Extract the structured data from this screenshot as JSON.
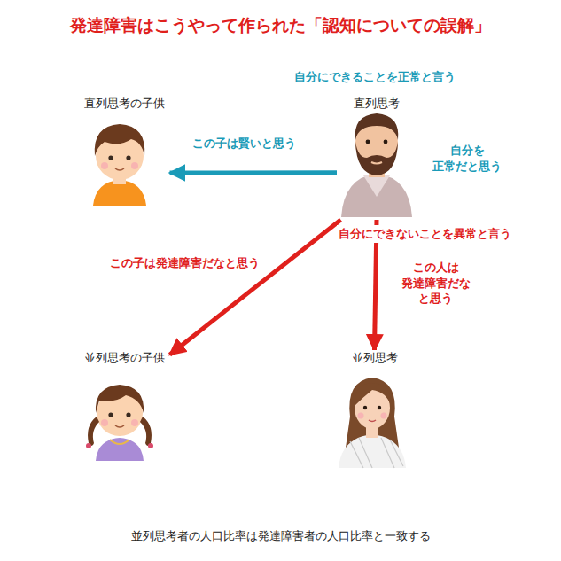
{
  "diagram": {
    "title": "発達障害はこうやって作られた「認知についての誤解」",
    "caption": "並列思考者の人口比率は発達障害者の人口比率と一致する",
    "nodes": [
      {
        "text": [
          "直列思考の子供"
        ]
      },
      {
        "text": [
          "直列思考"
        ]
      },
      {
        "text": [
          "並列思考の子供"
        ]
      },
      {
        "text": [
          "並列思考"
        ]
      }
    ],
    "edges": [
      {
        "from": 1,
        "to": 0,
        "label": "この子は賢いと思う",
        "arrow": "to"
      },
      {
        "from": 1,
        "to": 2,
        "label": "この子は発達障害だなと思う",
        "arrow": "to"
      },
      {
        "from": 1,
        "to": 3,
        "label": "この人は 発達障害だな と思う",
        "arrow": "to"
      }
    ],
    "labels": [
      "自分にできることを正常と言う",
      "自分を 正常だと思う",
      "自分にできないことを異常と言う"
    ]
  }
}
